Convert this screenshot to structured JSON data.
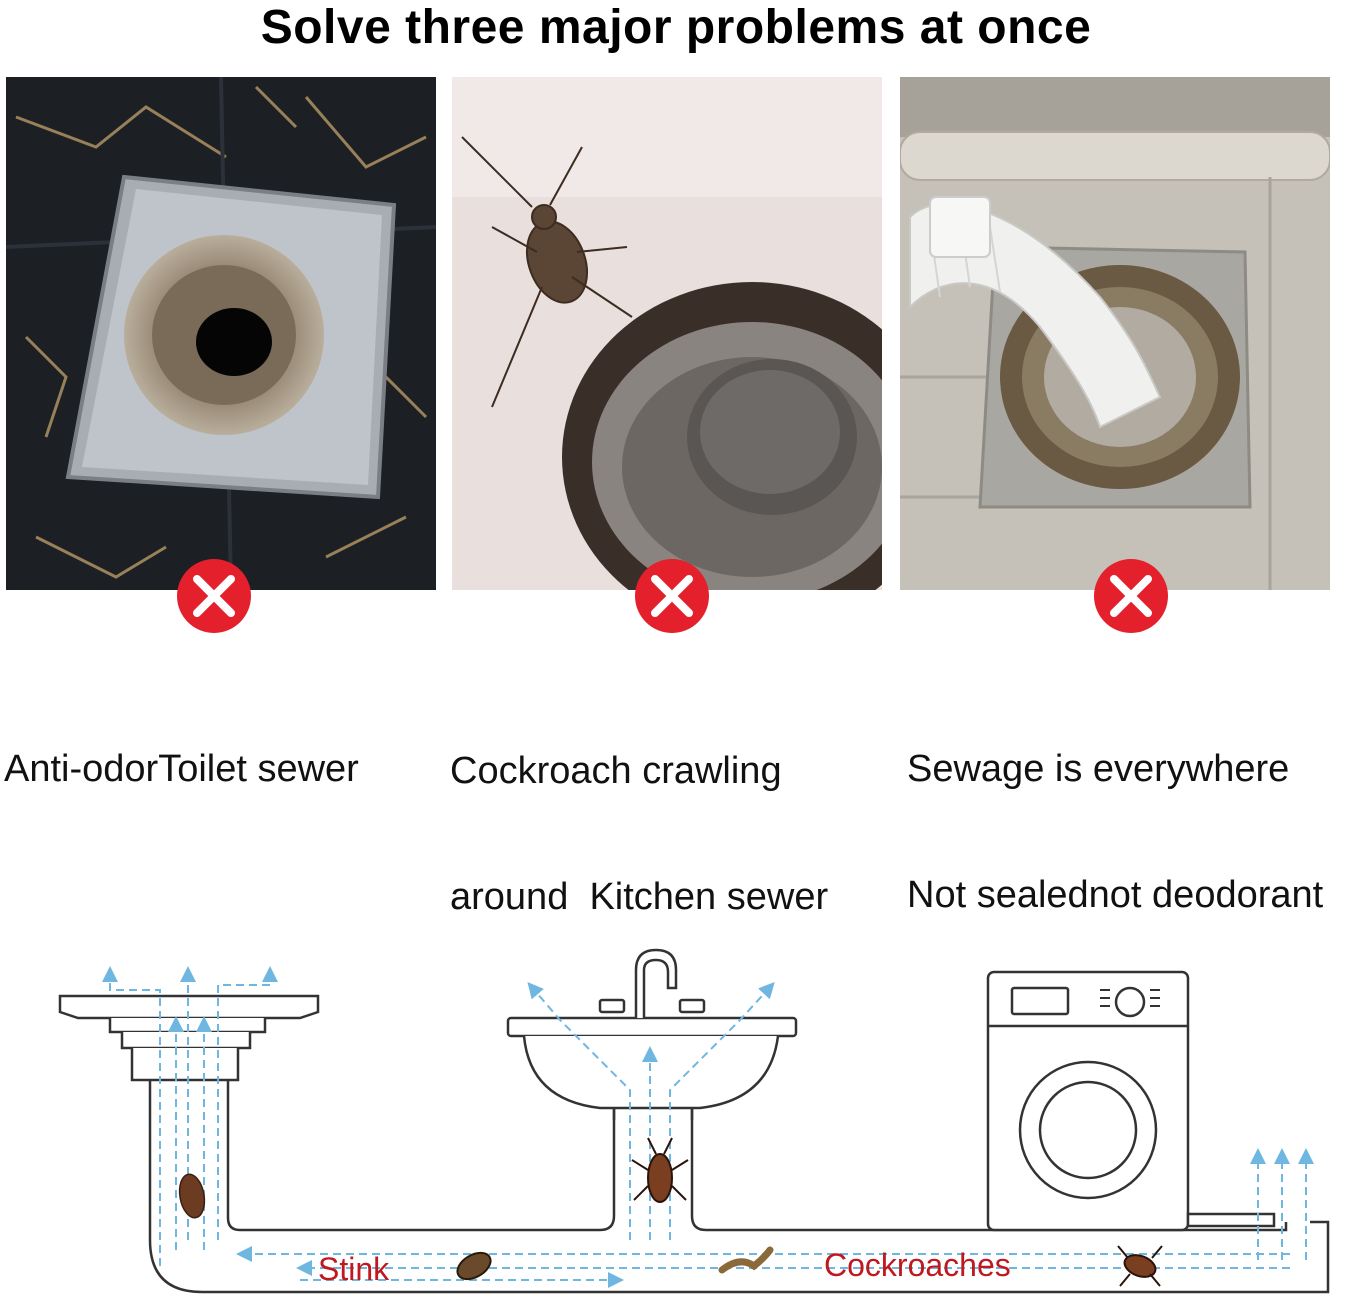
{
  "title": "Solve three major problems at once",
  "panels": [
    {
      "id": "toilet",
      "caption_lines": [
        "Anti-odorToilet sewer"
      ],
      "icon": "x-mark-icon",
      "badge_color": "#e3202b"
    },
    {
      "id": "kitchen",
      "caption_lines": [
        "Cockroach crawling",
        "around  Kitchen sewer"
      ],
      "icon": "x-mark-icon",
      "badge_color": "#e3202b"
    },
    {
      "id": "washer",
      "caption_lines": [
        "Sewage is everywhere",
        "Not sealednot deodorant"
      ],
      "icon": "x-mark-icon",
      "badge_color": "#e3202b"
    }
  ],
  "diagram": {
    "labels": {
      "stink": "Stink",
      "cockroaches": "Cockroaches"
    },
    "colors": {
      "label": "#c0181f",
      "flow_arrows": "#6fb6e0",
      "outline": "#333333"
    }
  }
}
